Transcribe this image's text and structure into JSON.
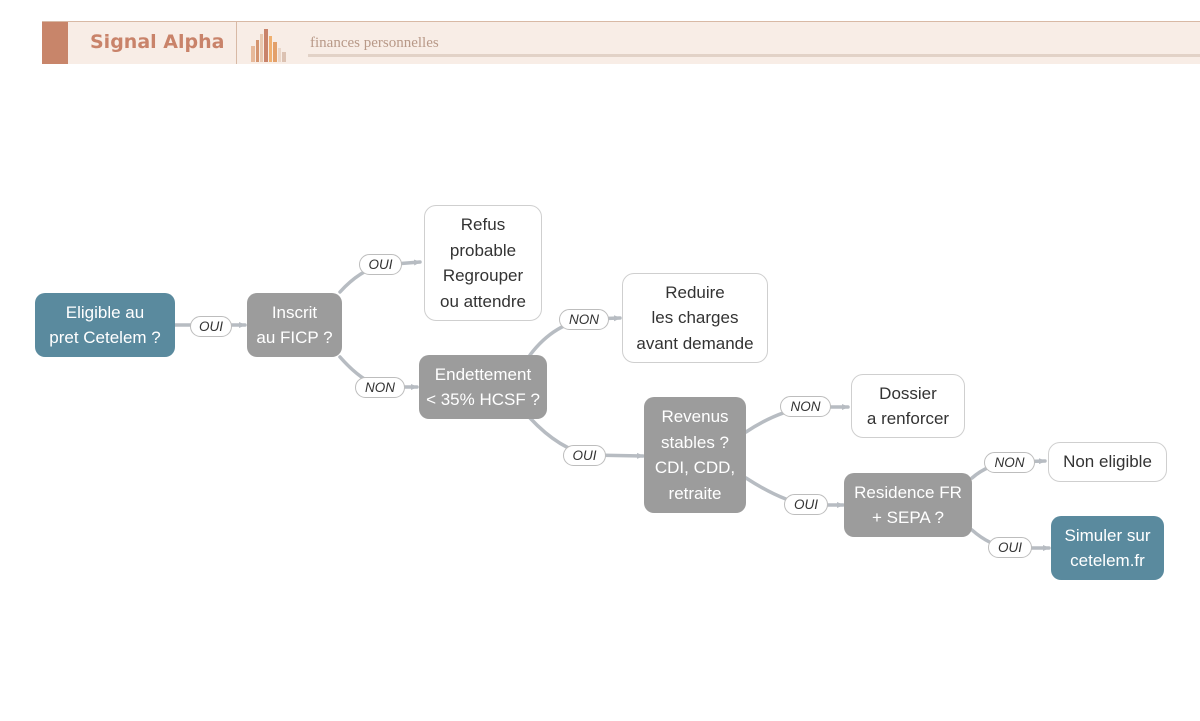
{
  "header": {
    "brand": "Signal Alpha",
    "tagline": "finances personnelles",
    "colors": {
      "accent": "#c8856a",
      "band": "#f8ede6"
    }
  },
  "flowchart": {
    "colors": {
      "start_end": "#5a8a9e",
      "decision": "#9c9c9c",
      "outcome": "#ffffff",
      "edge": "#b7bcc2"
    },
    "nodes": {
      "start": "Eligible au\npret Cetelem ?",
      "ficp": "Inscrit\nau FICP ?",
      "refus": "Refus\nprobable\nRegrouper\nou attendre",
      "endettement": "Endettement\n< 35% HCSF ?",
      "reduire": "Reduire\nles charges\navant demande",
      "revenus": "Revenus\nstables ?\nCDI, CDD,\nretraite",
      "dossier": "Dossier\na renforcer",
      "residence": "Residence FR\n+ SEPA ?",
      "non_eligible": "Non eligible",
      "simuler": "Simuler sur\ncetelem.fr"
    },
    "edge_labels": {
      "start_ficp": "OUI",
      "ficp_refus": "OUI",
      "ficp_endettement": "NON",
      "endettement_reduire": "NON",
      "endettement_revenus": "OUI",
      "revenus_dossier": "NON",
      "revenus_residence": "OUI",
      "residence_non": "NON",
      "residence_simuler": "OUI"
    }
  }
}
